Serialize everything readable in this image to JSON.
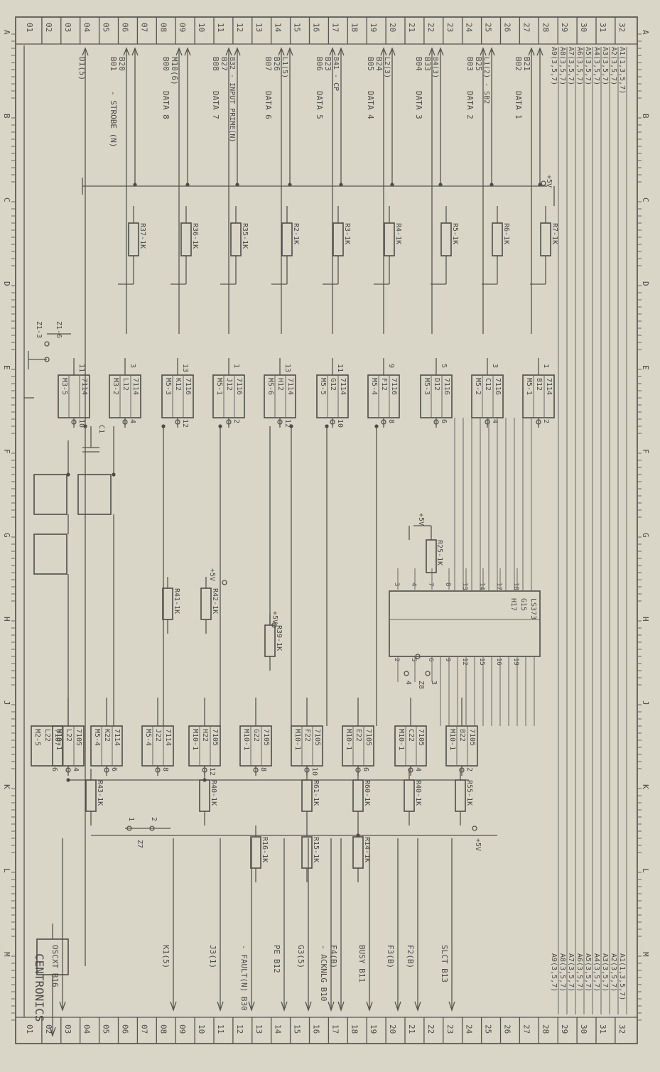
{
  "top_cols": [
    "01",
    "02",
    "03",
    "04",
    "05",
    "06",
    "07",
    "08",
    "09",
    "10",
    "11",
    "12",
    "13",
    "14",
    "15",
    "16",
    "17",
    "18",
    "19",
    "20",
    "21",
    "22",
    "23",
    "24",
    "25",
    "26",
    "27",
    "28",
    "29",
    "30",
    "31",
    "32"
  ],
  "side_rows": [
    "A",
    "B",
    "C",
    "D",
    "E",
    "F",
    "G",
    "H",
    "J",
    "K",
    "L",
    "M"
  ],
  "bus_labels": [
    "A1(1,3,5,7)",
    "A2(3,5,7)",
    "A3(3,5,7)",
    "A4(3,5,7)",
    "A5(3,5,7)",
    "A6(3,5,7)",
    "A7(3,5,7)",
    "A8(3,5,7)",
    "A9(3,5,7)"
  ],
  "bus_labels_right": [
    "A1(1,3,5,7)",
    "A2(3,5,7)",
    "A3(3,5,7)",
    "A4(3,5,7)",
    "A5(3,5,7)",
    "A6(3,5,7)",
    "A7(3,5,7)",
    "A8(3,5,7)",
    "A9(3,5,7)"
  ],
  "left_signals": [
    {
      "pin": "B02",
      "line2": "B21",
      "name": "DATA 1"
    },
    {
      "pin": "B03",
      "line2": "B25",
      "name": "DATA 2",
      "extra": "L1(2) - SB2"
    },
    {
      "pin": "B04",
      "line2": "B33",
      "name": "DATA 3",
      "extra": "B4(3)"
    },
    {
      "pin": "B05",
      "line2": "B24",
      "name": "DATA 4",
      "extra": "L2(3)"
    },
    {
      "pin": "B06",
      "line2": "B23",
      "name": "DATA 5",
      "extra": "B41 - CP"
    },
    {
      "pin": "B07",
      "line2": "B26",
      "name": "DATA 6",
      "extra": "L1(5)"
    },
    {
      "pin": "B08",
      "line2": "B27",
      "name": "DATA 7",
      "extra": "B32 - INPUT PRIME(N)"
    },
    {
      "pin": "B00",
      "line2": "M10(6)",
      "name": "DATA 8"
    },
    {
      "pin": "B01",
      "line2": "B20",
      "name": "- STROBE (N)"
    }
  ],
  "left_extra": "D1(5)",
  "resistors_left": [
    "R7-1K",
    "R6-1K",
    "R5-1K",
    "R4-1K",
    "R3-1K",
    "R2-1K",
    "R35-1K",
    "R36-1K",
    "R37-1K"
  ],
  "gates_left": [
    {
      "a": "7114",
      "b": "B12",
      "c": "M5-1",
      "out": "2",
      "in": "1"
    },
    {
      "a": "7116",
      "b": "C12",
      "c": "M5-2",
      "out": "4",
      "in": "3"
    },
    {
      "a": "7116",
      "b": "D12",
      "c": "M5-3",
      "out": "6",
      "in": "5"
    },
    {
      "a": "7116",
      "b": "F12",
      "c": "M5-4",
      "out": "8",
      "in": "9"
    },
    {
      "a": "7114",
      "b": "G12",
      "c": "M5-5",
      "out": "10",
      "in": "11"
    },
    {
      "a": "7114",
      "b": "H12",
      "c": "M5-6",
      "out": "12",
      "in": "13"
    },
    {
      "a": "7116",
      "b": "J12",
      "c": "M5-1",
      "out": "2",
      "in": "1"
    },
    {
      "a": "7116",
      "b": "K12",
      "c": "M5-3",
      "out": "12",
      "in": "13"
    },
    {
      "a": "7114",
      "b": "L12",
      "c": "M3-2",
      "out": "4",
      "in": "3"
    },
    {
      "a": "7114",
      "b": "",
      "c": "M3-5",
      "out": "10",
      "in": "11"
    }
  ],
  "latch": {
    "a": "LS373",
    "b": "G15",
    "c": "H17",
    "pins_in": [
      "3",
      "4",
      "7",
      "8",
      "13",
      "14",
      "17",
      "18"
    ],
    "pins_out": [
      "2",
      "5",
      "6",
      "9",
      "12",
      "15",
      "16",
      "19"
    ]
  },
  "right_gates": [
    {
      "a": "7105",
      "b": "B22",
      "c": "M10-1",
      "out": "2"
    },
    {
      "a": "7105",
      "b": "C22",
      "c": "M10-1",
      "out": "4"
    },
    {
      "a": "7105",
      "b": "E22",
      "c": "M10-1",
      "out": "6"
    },
    {
      "a": "7105",
      "b": "F22",
      "c": "M10-1",
      "out": "10"
    },
    {
      "a": "7105",
      "b": "G22",
      "c": "M10-1",
      "out": "8"
    },
    {
      "a": "7105",
      "b": "H22",
      "c": "M10-1",
      "out": "12"
    },
    {
      "a": "7114",
      "b": "J22",
      "c": "M5-4",
      "out": "8"
    },
    {
      "a": "7114",
      "b": "K22",
      "c": "M5-4",
      "out": "6"
    },
    {
      "a": "7105",
      "b": "L22",
      "c": "M10-1",
      "out": "4"
    },
    {
      "a": "7107",
      "b": "L22",
      "c": "M2-5",
      "out": "6"
    }
  ],
  "right_outputs": [
    {
      "name": "SLCT",
      "pin": "B13"
    },
    {
      "name": "F2(B)"
    },
    {
      "name": "F3(B)"
    },
    {
      "name": "BUSY",
      "pin": "B11"
    },
    {
      "name": "F4(B)"
    },
    {
      "name": "- ACKNLG",
      "pin": "B10"
    },
    {
      "name": "G3(5)"
    },
    {
      "name": "PE",
      "pin": "B12"
    },
    {
      "name": "- FAULT(N)",
      "pin": "B30"
    },
    {
      "name": "J3(1)"
    },
    {
      "name": "K1(5)"
    },
    {
      "name": "OSCXT",
      "pin": "B16"
    }
  ],
  "resistors_right": [
    "R55-1K",
    "R40-1K",
    "R60-1K",
    "R61-1K",
    "R14-1K",
    "R15-1K",
    "R16-1K",
    "R40-1K",
    "R41-1K",
    "R42-1K",
    "R39-1K",
    "R43-1K",
    "R25-1K"
  ],
  "misc_labels": [
    "+5V",
    "+5V",
    "+5V",
    "+5V",
    "+5V",
    "Z1-6",
    "Z1-3",
    "Z7",
    "Z8",
    "C1",
    "1",
    "2",
    "3",
    "4"
  ],
  "bottom_label": "CENTRONICS"
}
